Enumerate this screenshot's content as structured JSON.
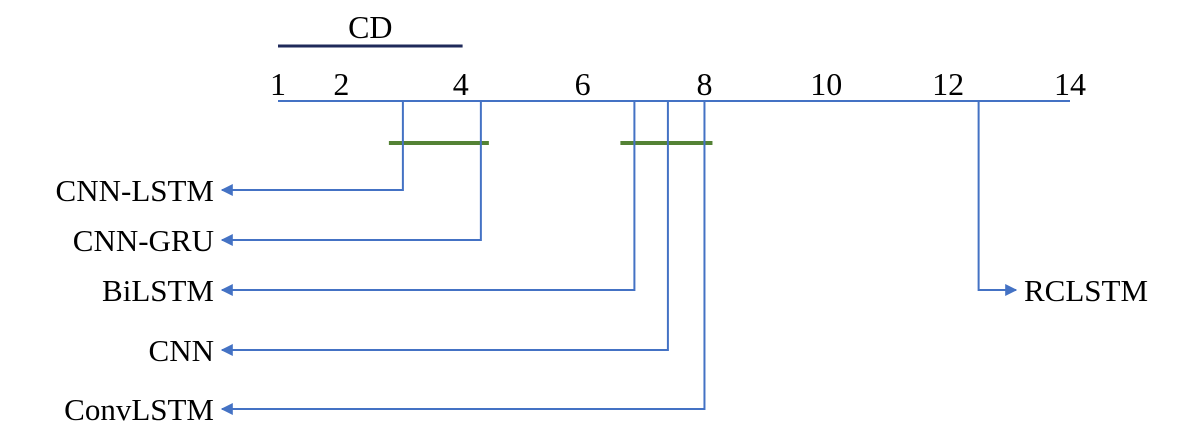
{
  "cd_label": "CD",
  "cd_value": 3.03,
  "axis": {
    "min": 1,
    "max": 14,
    "ticks": [
      "1",
      "2",
      "4",
      "6",
      "8",
      "10",
      "12",
      "14"
    ],
    "tick_values": [
      1,
      2.04,
      4,
      6,
      8,
      10,
      12,
      14
    ]
  },
  "methods": [
    {
      "name": "CNN-LSTM",
      "rank": 3.05,
      "side": "left"
    },
    {
      "name": "CNN-GRU",
      "rank": 4.33,
      "side": "left"
    },
    {
      "name": "BiLSTM",
      "rank": 6.85,
      "side": "left"
    },
    {
      "name": "CNN",
      "rank": 7.4,
      "side": "left"
    },
    {
      "name": "ConvLSTM",
      "rank": 8.0,
      "side": "left"
    },
    {
      "name": "RCLSTM",
      "rank": 12.5,
      "side": "right"
    }
  ],
  "cliques": [
    {
      "from": 3.05,
      "to": 4.33
    },
    {
      "from": 6.85,
      "to": 8.0
    }
  ],
  "colors": {
    "axis": "#4472c4",
    "cd_bar": "#1f2a5a",
    "clique": "#548235",
    "text": "#000000"
  },
  "chart_data": {
    "type": "critical-difference",
    "axis_range": [
      1,
      14
    ],
    "tick_labels": [
      "1",
      "2",
      "4",
      "6",
      "8",
      "10",
      "12",
      "14"
    ],
    "cd": 3.03,
    "average_ranks": {
      "CNN-LSTM": 3.05,
      "CNN-GRU": 4.33,
      "BiLSTM": 6.85,
      "CNN": 7.4,
      "ConvLSTM": 8.0,
      "RCLSTM": 12.5
    },
    "groups": [
      [
        "CNN-LSTM",
        "CNN-GRU"
      ],
      [
        "BiLSTM",
        "CNN",
        "ConvLSTM"
      ]
    ]
  }
}
